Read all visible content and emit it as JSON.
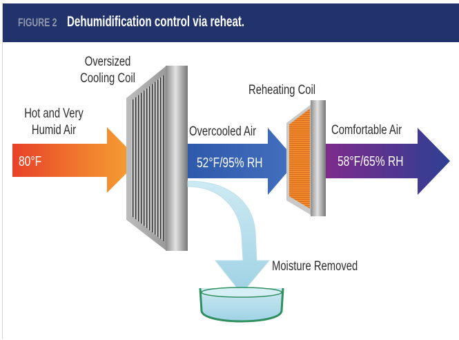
{
  "header": {
    "figure_label": "FIGURE 2",
    "title": "Dehumidification control via reheat."
  },
  "diagram": {
    "inlet_label_line1": "Hot and Very",
    "inlet_label_line2": "Humid Air",
    "inlet_temp": "80°F",
    "cooling_coil_line1": "Oversized",
    "cooling_coil_line2": "Cooling Coil",
    "overcooled_label": "Overcooled Air",
    "overcooled_value": "52°F/95% RH",
    "reheating_coil": "Reheating Coil",
    "comfortable_label": "Comfortable Air",
    "comfortable_value": "58°F/65% RH",
    "moisture_label": "Moisture Removed"
  },
  "colors": {
    "header": "#22336b",
    "hot": "#e8452a",
    "warm": "#f3992f",
    "cool": "#3a64b3",
    "comfort": "#7a2a8e",
    "water": "#a9d8e8"
  }
}
